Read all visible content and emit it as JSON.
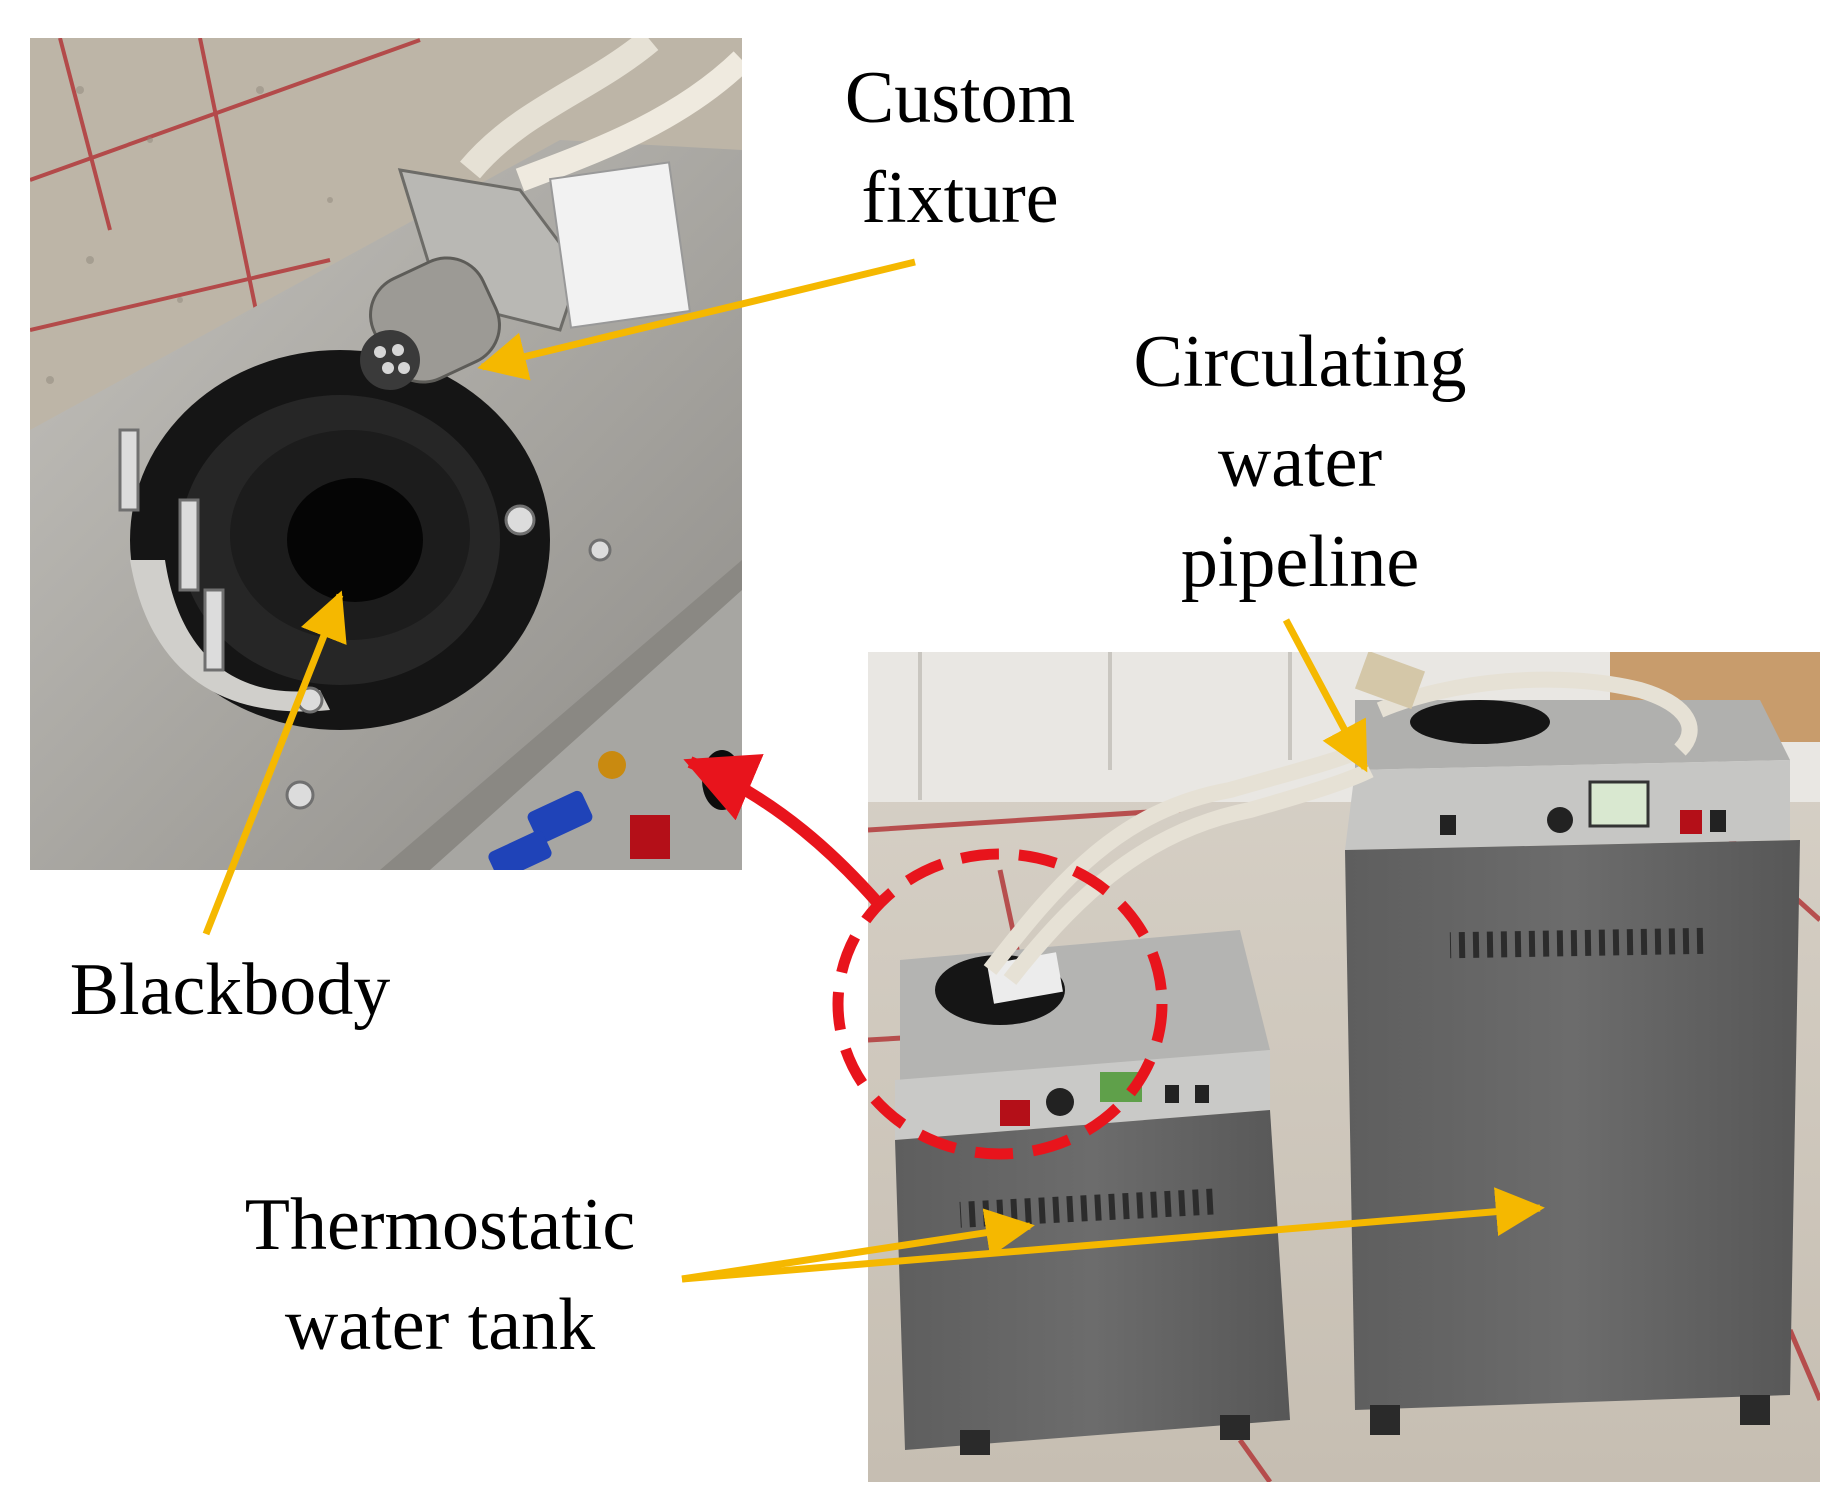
{
  "labels": {
    "custom_fixture": [
      "Custom",
      "fixture"
    ],
    "circulating_pipeline": [
      "Circulating",
      "water",
      "pipeline"
    ],
    "blackbody": "Blackbody",
    "water_tank": [
      "Thermostatic",
      "water tank"
    ]
  },
  "colors": {
    "background": "#ffffff",
    "label_arrow": "#f5b800",
    "highlight_arrow": "#e8141c",
    "highlight_circle": "#e8141c",
    "text": "#000000"
  }
}
